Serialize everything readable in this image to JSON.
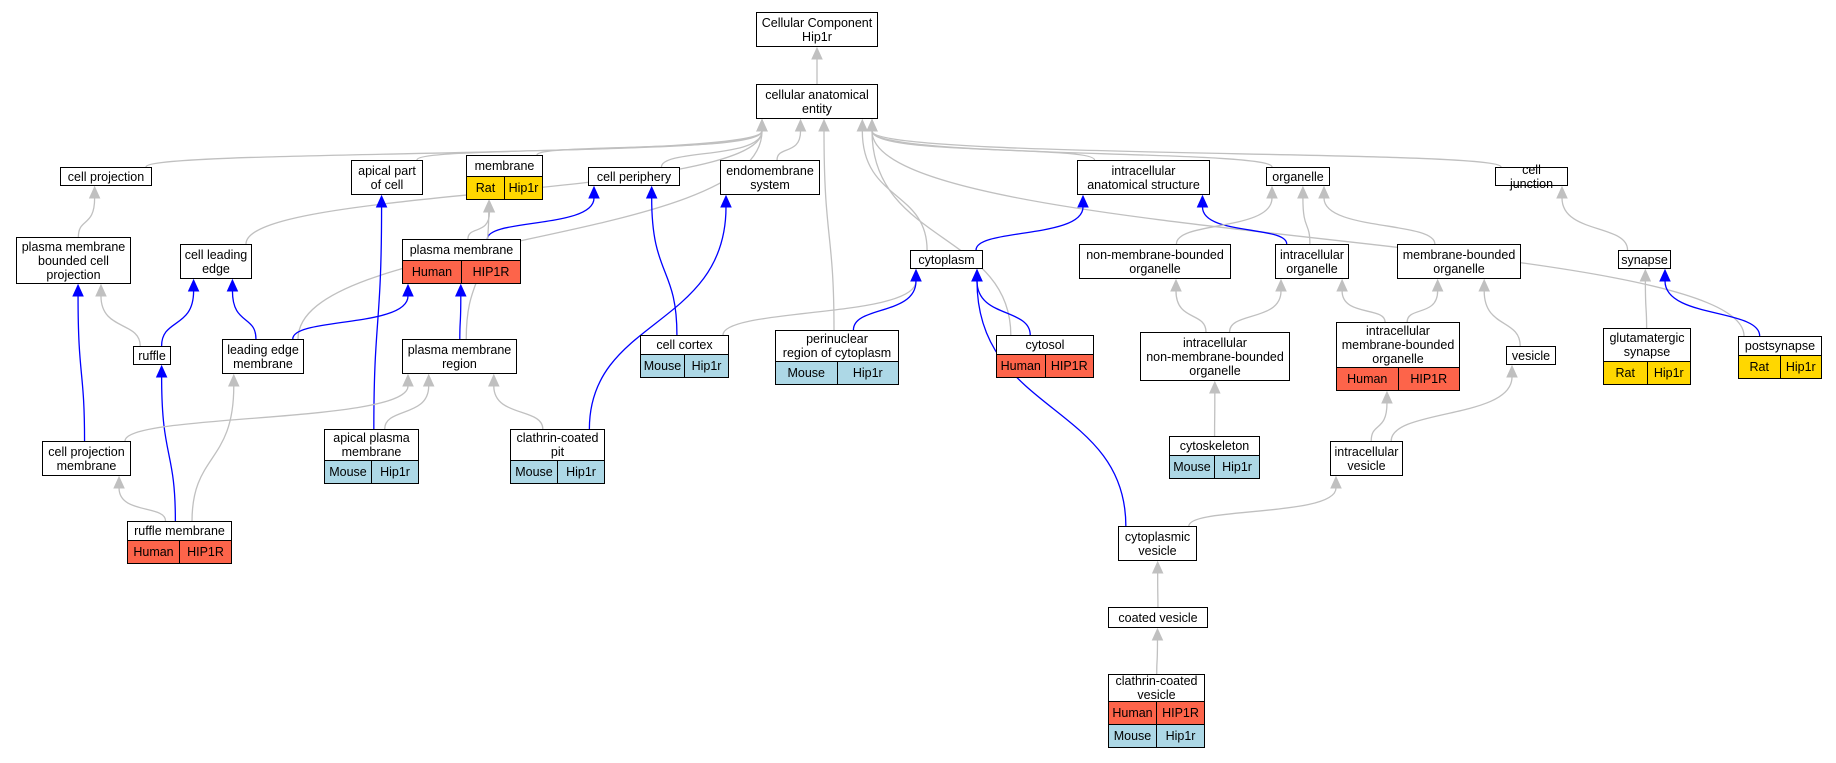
{
  "colors": {
    "human": "#fd644a",
    "mouse": "#add8e6",
    "rat": "#ffd700",
    "gray_edge": "#c0c0c0",
    "blue_edge": "#0000ff"
  },
  "nodes": {
    "root": {
      "label": "Cellular Component\nHip1r"
    },
    "cae": {
      "label": "cellular anatomical\nentity"
    },
    "cellproj": {
      "label": "cell projection"
    },
    "apicalpart": {
      "label": "apical part\nof cell"
    },
    "membrane": {
      "label": "membrane",
      "species": "Rat",
      "gene": "Hip1r"
    },
    "periphery": {
      "label": "cell periphery"
    },
    "endomem": {
      "label": "endomembrane\nsystem"
    },
    "ias": {
      "label": "intracellular\nanatomical structure"
    },
    "organelle": {
      "label": "organelle"
    },
    "junction": {
      "label": "cell junction"
    },
    "pmbcp": {
      "label": "plasma membrane\nbounded cell\nprojection"
    },
    "leadingedge": {
      "label": "cell leading\nedge"
    },
    "pm": {
      "label": "plasma membrane",
      "species": "Human",
      "gene": "HIP1R"
    },
    "cytoplasm": {
      "label": "cytoplasm"
    },
    "nmbo": {
      "label": "non-membrane-bounded\norganelle"
    },
    "intorg": {
      "label": "intracellular\norganelle"
    },
    "mbo": {
      "label": "membrane-bounded\norganelle"
    },
    "synapse": {
      "label": "synapse"
    },
    "ruffle": {
      "label": "ruffle"
    },
    "lem": {
      "label": "leading edge\nmembrane"
    },
    "pmr": {
      "label": "plasma membrane\nregion"
    },
    "cortex": {
      "label": "cell cortex",
      "species": "Mouse",
      "gene": "Hip1r"
    },
    "perinuc": {
      "label": "perinuclear\nregion of cytoplasm",
      "species": "Mouse",
      "gene": "Hip1r"
    },
    "cytosol": {
      "label": "cytosol",
      "species": "Human",
      "gene": "HIP1R"
    },
    "inmbo": {
      "label": "intracellular\nnon-membrane-bounded\norganelle"
    },
    "imbo": {
      "label": "intracellular\nmembrane-bounded\norganelle",
      "species": "Human",
      "gene": "HIP1R"
    },
    "vesicle": {
      "label": "vesicle"
    },
    "glut": {
      "label": "glutamatergic\nsynapse",
      "species": "Rat",
      "gene": "Hip1r"
    },
    "postsyn": {
      "label": "postsynapse",
      "species": "Rat",
      "gene": "Hip1r"
    },
    "cpm": {
      "label": "cell projection\nmembrane"
    },
    "apm": {
      "label": "apical plasma\nmembrane",
      "species": "Mouse",
      "gene": "Hip1r"
    },
    "ccpit": {
      "label": "clathrin-coated\npit",
      "species": "Mouse",
      "gene": "Hip1r"
    },
    "cytoskel": {
      "label": "cytoskeleton",
      "species": "Mouse",
      "gene": "Hip1r"
    },
    "intves": {
      "label": "intracellular\nvesicle"
    },
    "rufmem": {
      "label": "ruffle membrane",
      "species": "Human",
      "gene": "HIP1R"
    },
    "cytoves": {
      "label": "cytoplasmic\nvesicle"
    },
    "coated": {
      "label": "coated vesicle"
    },
    "ccv": {
      "label": "clathrin-coated\nvesicle",
      "annotations": [
        {
          "species": "Human",
          "gene": "HIP1R"
        },
        {
          "species": "Mouse",
          "gene": "Hip1r"
        }
      ]
    }
  },
  "edges": [
    {
      "from": "cae",
      "to": "root",
      "color": "gray"
    },
    {
      "from": "cellproj",
      "to": "cae",
      "color": "gray"
    },
    {
      "from": "apicalpart",
      "to": "cae",
      "color": "gray"
    },
    {
      "from": "membrane",
      "to": "cae",
      "color": "gray"
    },
    {
      "from": "periphery",
      "to": "cae",
      "color": "gray"
    },
    {
      "from": "endomem",
      "to": "cae",
      "color": "gray"
    },
    {
      "from": "ias",
      "to": "cae",
      "color": "gray"
    },
    {
      "from": "organelle",
      "to": "cae",
      "color": "gray"
    },
    {
      "from": "junction",
      "to": "cae",
      "color": "gray"
    },
    {
      "from": "leadingedge",
      "to": "cae",
      "color": "gray"
    },
    {
      "from": "lem",
      "to": "cae",
      "color": "gray"
    },
    {
      "from": "perinuc",
      "to": "cae",
      "color": "gray"
    },
    {
      "from": "cytoplasm",
      "to": "cae",
      "color": "gray"
    },
    {
      "from": "cytosol",
      "to": "cae",
      "color": "gray"
    },
    {
      "from": "postsyn",
      "to": "cae",
      "color": "gray"
    },
    {
      "from": "pmbcp",
      "to": "cellproj",
      "color": "gray"
    },
    {
      "from": "pm",
      "to": "periphery",
      "color": "blue"
    },
    {
      "from": "cortex",
      "to": "periphery",
      "color": "blue"
    },
    {
      "from": "ccpit",
      "to": "endomem",
      "color": "blue"
    },
    {
      "from": "cytoplasm",
      "to": "ias",
      "color": "blue"
    },
    {
      "from": "intorg",
      "to": "ias",
      "color": "blue"
    },
    {
      "from": "nmbo",
      "to": "organelle",
      "color": "gray"
    },
    {
      "from": "intorg",
      "to": "organelle",
      "color": "gray"
    },
    {
      "from": "mbo",
      "to": "organelle",
      "color": "gray"
    },
    {
      "from": "synapse",
      "to": "junction",
      "color": "gray"
    },
    {
      "from": "cpm",
      "to": "pmbcp",
      "color": "blue"
    },
    {
      "from": "ruffle",
      "to": "pmbcp",
      "color": "gray"
    },
    {
      "from": "ruffle",
      "to": "leadingedge",
      "color": "blue"
    },
    {
      "from": "lem",
      "to": "leadingedge",
      "color": "blue"
    },
    {
      "from": "apm",
      "to": "apicalpart",
      "color": "blue"
    },
    {
      "from": "pm",
      "to": "membrane",
      "color": "gray"
    },
    {
      "from": "pmr",
      "to": "membrane",
      "color": "gray"
    },
    {
      "from": "lem",
      "to": "pm",
      "color": "blue"
    },
    {
      "from": "pmr",
      "to": "pm",
      "color": "blue"
    },
    {
      "from": "cortex",
      "to": "cytoplasm",
      "color": "gray"
    },
    {
      "from": "perinuc",
      "to": "cytoplasm",
      "color": "blue"
    },
    {
      "from": "cytosol",
      "to": "cytoplasm",
      "color": "blue"
    },
    {
      "from": "cytoves",
      "to": "cytoplasm",
      "color": "blue"
    },
    {
      "from": "inmbo",
      "to": "nmbo",
      "color": "gray"
    },
    {
      "from": "inmbo",
      "to": "intorg",
      "color": "gray"
    },
    {
      "from": "imbo",
      "to": "intorg",
      "color": "gray"
    },
    {
      "from": "imbo",
      "to": "mbo",
      "color": "gray"
    },
    {
      "from": "vesicle",
      "to": "mbo",
      "color": "gray"
    },
    {
      "from": "glut",
      "to": "synapse",
      "color": "gray"
    },
    {
      "from": "postsyn",
      "to": "synapse",
      "color": "blue"
    },
    {
      "from": "rufmem",
      "to": "ruffle",
      "color": "blue"
    },
    {
      "from": "rufmem",
      "to": "lem",
      "color": "gray"
    },
    {
      "from": "cpm",
      "to": "pmr",
      "color": "gray"
    },
    {
      "from": "apm",
      "to": "pmr",
      "color": "gray"
    },
    {
      "from": "ccpit",
      "to": "pmr",
      "color": "gray"
    },
    {
      "from": "cytoskel",
      "to": "inmbo",
      "color": "gray"
    },
    {
      "from": "intves",
      "to": "imbo",
      "color": "gray"
    },
    {
      "from": "intves",
      "to": "vesicle",
      "color": "gray"
    },
    {
      "from": "rufmem",
      "to": "cpm",
      "color": "gray"
    },
    {
      "from": "cytoves",
      "to": "intves",
      "color": "gray"
    },
    {
      "from": "coated",
      "to": "cytoves",
      "color": "gray"
    },
    {
      "from": "ccv",
      "to": "coated",
      "color": "gray"
    }
  ]
}
